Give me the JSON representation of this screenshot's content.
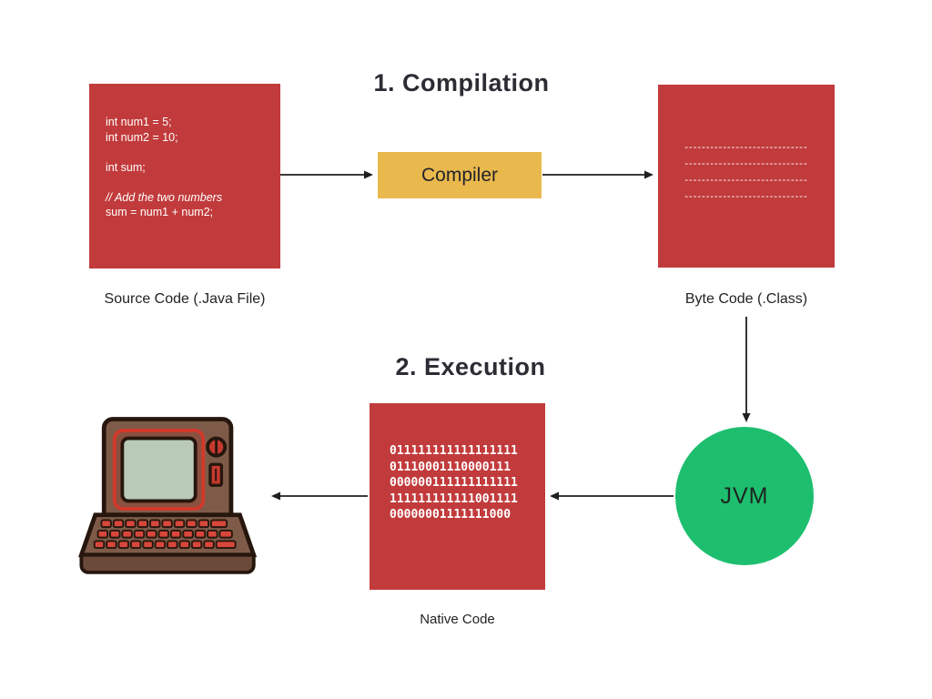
{
  "colors": {
    "red_box": "#c23b3c",
    "yellow_box": "#eab94d",
    "green_circle": "#1dbf6e",
    "arrow": "#1f1f1f",
    "text": "#2c2c34",
    "code_text": "#ffffff"
  },
  "compilation": {
    "title": "1. Compilation",
    "source_code": {
      "lines": [
        "int num1 = 5;",
        "int num2 = 10;",
        "",
        "int sum;",
        "",
        "// Add the two numbers",
        "sum = num1 + num2;"
      ],
      "label": "Source Code (.Java File)"
    },
    "compiler": {
      "label": "Compiler"
    },
    "byte_code": {
      "dashes": [
        "-----------------------------",
        "-----------------------------",
        "-----------------------------",
        "-----------------------------"
      ],
      "label": "Byte Code (.Class)"
    }
  },
  "execution": {
    "title": "2. Execution",
    "jvm": {
      "label": "JVM"
    },
    "native_code": {
      "lines": [
        "011111111111111111",
        "01110001110000111",
        "000000111111111111",
        "111111111111001111",
        "00000001111111000"
      ],
      "label": "Native Code"
    },
    "computer": {
      "name": "retro-computer"
    }
  }
}
